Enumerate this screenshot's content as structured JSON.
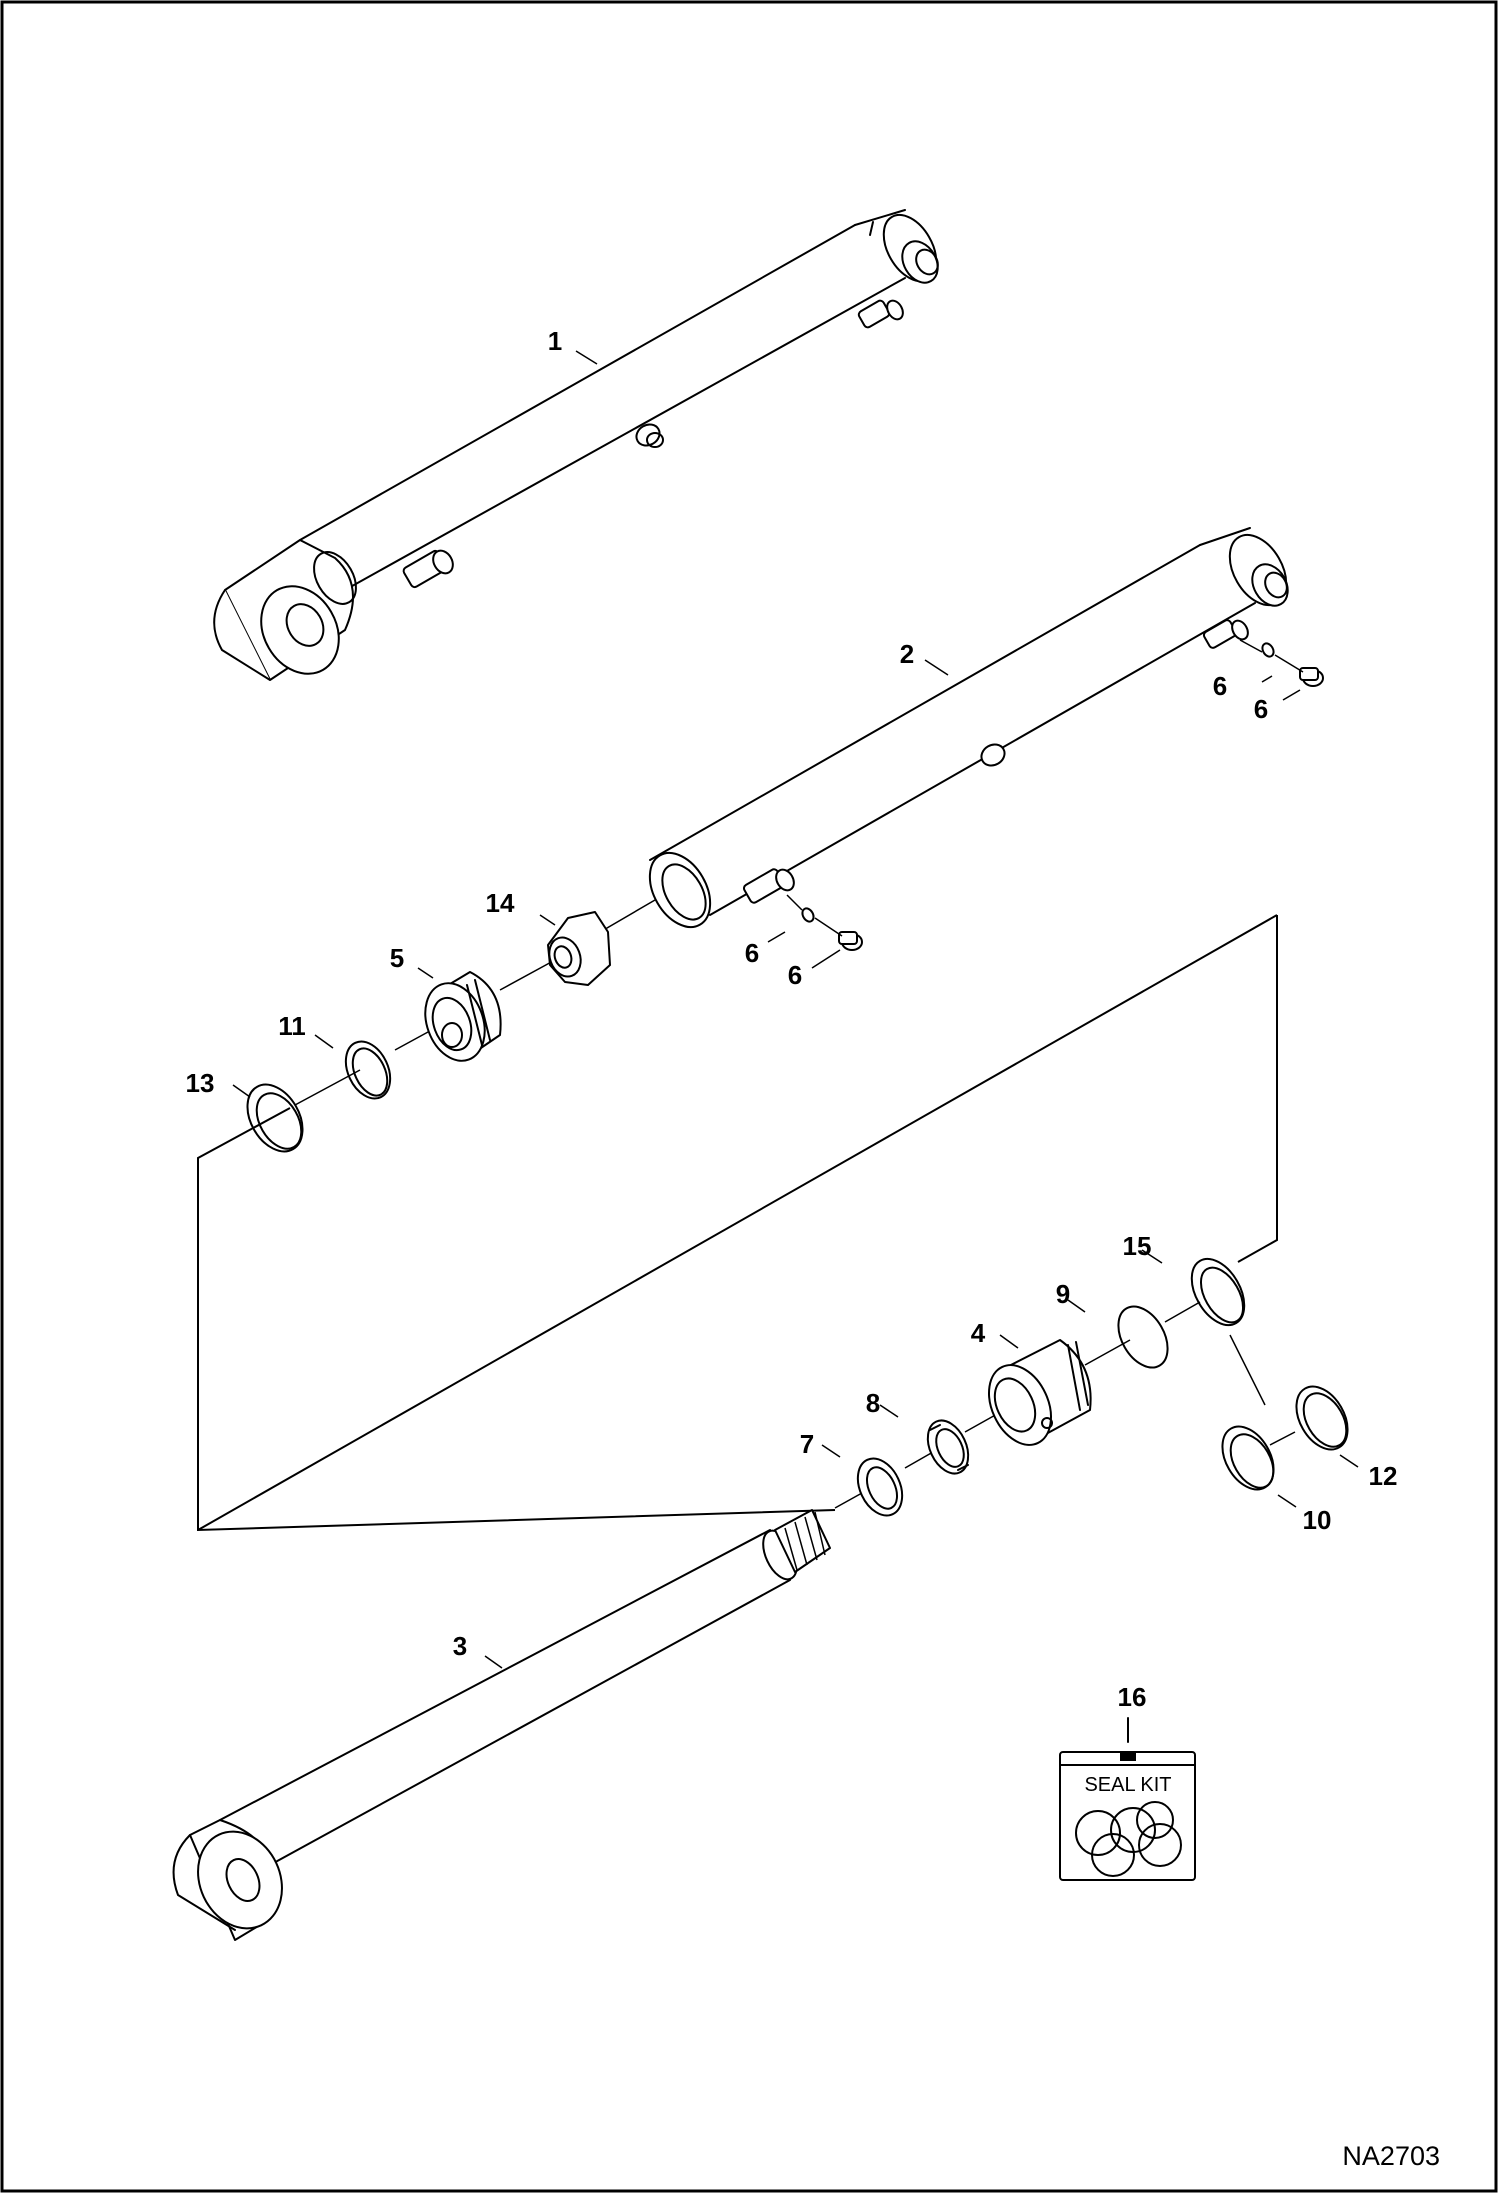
{
  "figure_id": "NA2703",
  "seal_kit_label": "SEAL KIT",
  "callouts": {
    "c1": "1",
    "c2": "2",
    "c3": "3",
    "c4": "4",
    "c5": "5",
    "c6a": "6",
    "c6b": "6",
    "c6c": "6",
    "c6d": "6",
    "c7": "7",
    "c8": "8",
    "c9": "9",
    "c10": "10",
    "c11": "11",
    "c12": "12",
    "c13": "13",
    "c14": "14",
    "c15": "15",
    "c16": "16"
  }
}
